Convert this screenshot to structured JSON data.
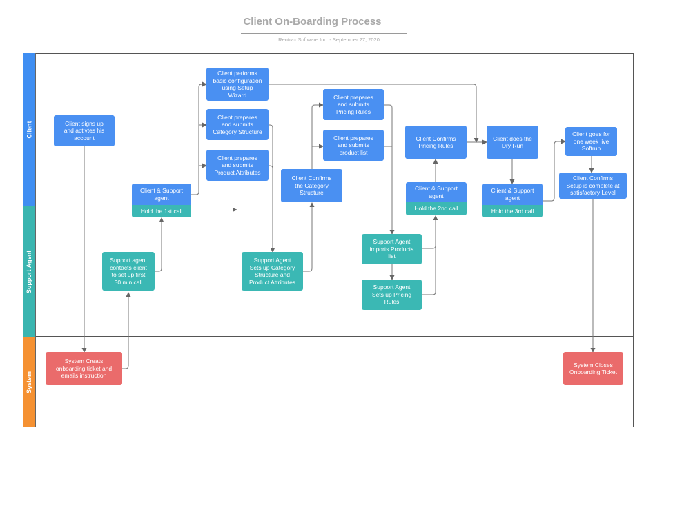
{
  "header": {
    "title": "Client On-Boarding Process",
    "subtitle": "Rentrax Software Inc. - September 27, 2020"
  },
  "colors": {
    "client_lane": "#3f8ef2",
    "support_lane": "#3ab5b0",
    "system_lane": "#f59132",
    "client_box": "#4a90f2",
    "support_box": "#3bb8b4",
    "system_box": "#ea6b6b"
  },
  "lanes": {
    "client": "Client",
    "support": "Support Agent",
    "system": "System"
  },
  "nodes": {
    "signup": "Client signs up\nand activtes his\naccount",
    "basic_config": "Client performs\nbasic configuration\nusing Setup\nWizard",
    "category_structure": "Client prepares\nand submits\nCategory Structure",
    "product_attributes": "Client prepares\nand submits\nProduct Attributes",
    "call1_top": "Client & Support\nagent",
    "call1_bottom": "Hold the 1st call",
    "pricing_rules_submit": "Client prepares\nand submits\nPricing Rules",
    "product_list_submit": "Client prepares\nand submits\nproduct list",
    "confirm_category": "Client Confirms\nthe Category\nStructure",
    "confirm_pricing": "Client Confirms\nPricing Rules",
    "call2_top": "Client & Support\nagent",
    "call2_bottom": "Hold the 2nd call",
    "dry_run": "Client does the\nDry Run",
    "call3_top": "Client & Support\nagent",
    "call3_bottom": "Hold the 3rd call",
    "live_softrun": "Client goes for\none week live\nSoftrun",
    "confirm_setup": "Client Confirms\nSetup is complete at\nsatisfactory Level",
    "agent_contacts": "Support agent\ncontacts client\nto set up first\n30 min  call",
    "agent_category": "Support Agent\nSets up Category\nStructure and\nProduct Attributes",
    "agent_import": "Support Agent\nimports Products\nlist",
    "agent_pricing": "Support Agent\nSets up Pricing\nRules",
    "system_creates": "System Creats\nonboarding ticket and\nemails instruction",
    "system_closes": "System Closes\nOnboarding Ticket"
  }
}
